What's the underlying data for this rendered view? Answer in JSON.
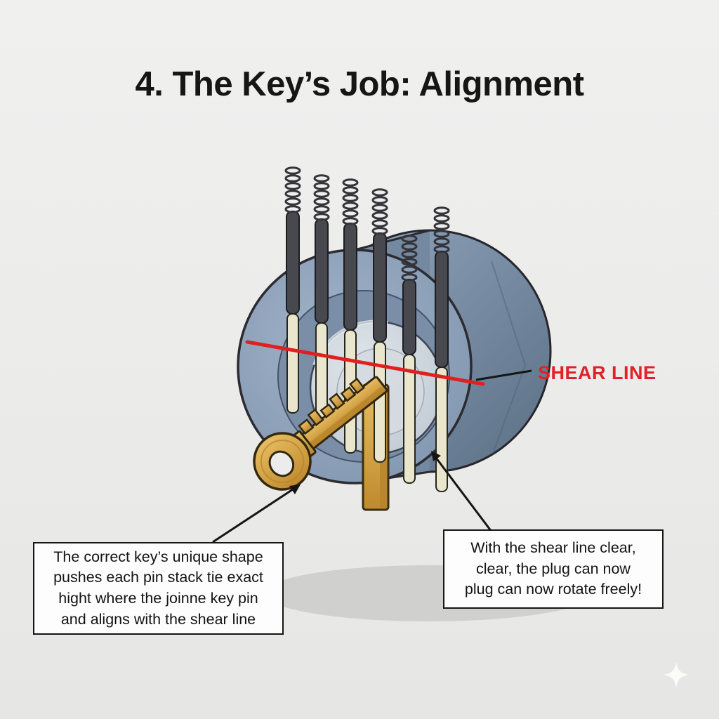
{
  "title": "4. The Key’s Job: Alignment",
  "diagram": {
    "shear_line_label": "SHEAR LINE",
    "pin_count": 6,
    "colors": {
      "background": "#ececec",
      "shear_line": "#e02020",
      "label_red": "#e02127",
      "lock_body": "#8095ae",
      "lock_back": "#64798f",
      "plug": "#ccd4dd",
      "driver_pin": "#48484f",
      "key_pin": "#eae6cd",
      "spring": "#34343a",
      "key_gold": "#d7a13e"
    }
  },
  "callouts": {
    "left": {
      "text": "The correct key’s unique shape\npushes each pin stack tie exact\nhight where the joinne key pin\nand aligns with the shear line"
    },
    "right": {
      "text": "With the shear line clear,\nclear, the plug can now\nplug can now rotate freely!"
    }
  },
  "decorations": {
    "sparkle_icon": "four-point-star"
  }
}
